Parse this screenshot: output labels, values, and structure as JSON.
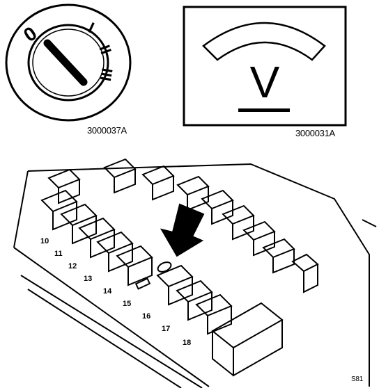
{
  "figures": {
    "ignition_switch": {
      "caption": "3000037A",
      "positions": [
        "0",
        "I",
        "II",
        "III"
      ]
    },
    "voltmeter_panel": {
      "caption": "3000031A",
      "symbol": "V"
    },
    "fuse_box": {
      "fuse_numbers": [
        "10",
        "11",
        "12",
        "13",
        "14",
        "15",
        "16",
        "17",
        "18"
      ],
      "corner_code": "S81"
    }
  },
  "colors": {
    "ink": "#000000",
    "paper": "#ffffff"
  }
}
